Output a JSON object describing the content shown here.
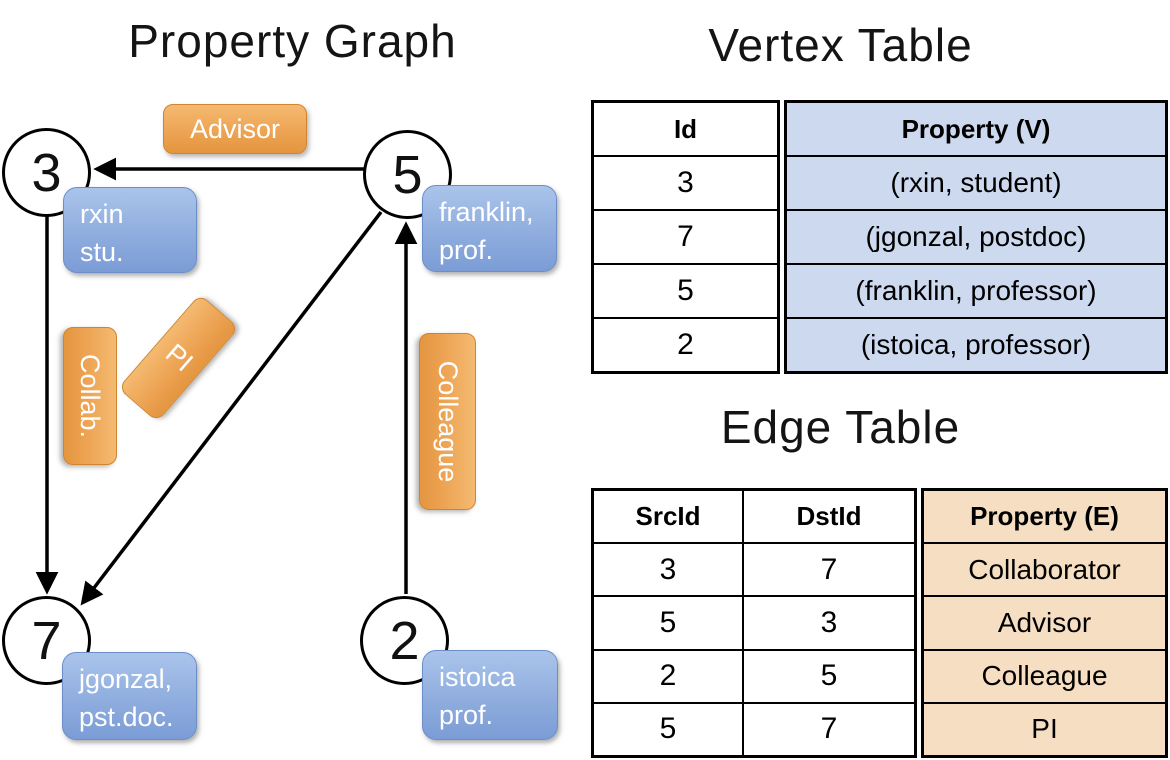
{
  "titles": {
    "graph": "Property Graph",
    "vertex_table": "Vertex Table",
    "edge_table": "Edge Table"
  },
  "graph": {
    "nodes": {
      "n3": {
        "id": "3",
        "prop_line1": "rxin",
        "prop_line2": "stu."
      },
      "n5": {
        "id": "5",
        "prop_line1": "franklin,",
        "prop_line2": "prof."
      },
      "n7": {
        "id": "7",
        "prop_line1": "jgonzal,",
        "prop_line2": "pst.doc."
      },
      "n2": {
        "id": "2",
        "prop_line1": "istoica",
        "prop_line2": "prof."
      }
    },
    "edge_labels": {
      "advisor": "Advisor",
      "collab": "Collab.",
      "pi": "PI",
      "colleague": "Colleague"
    },
    "edges": [
      {
        "from": "5",
        "to": "3",
        "label": "Advisor"
      },
      {
        "from": "3",
        "to": "7",
        "label": "Collab."
      },
      {
        "from": "5",
        "to": "7",
        "label": "PI"
      },
      {
        "from": "2",
        "to": "5",
        "label": "Colleague"
      }
    ]
  },
  "vertex_table": {
    "headers": {
      "id": "Id",
      "property": "Property (V)"
    },
    "rows": [
      {
        "id": "3",
        "property": "(rxin, student)"
      },
      {
        "id": "7",
        "property": "(jgonzal, postdoc)"
      },
      {
        "id": "5",
        "property": "(franklin, professor)"
      },
      {
        "id": "2",
        "property": "(istoica, professor)"
      }
    ]
  },
  "edge_table": {
    "headers": {
      "src": "SrcId",
      "dst": "DstId",
      "property": "Property (E)"
    },
    "rows": [
      {
        "src": "3",
        "dst": "7",
        "property": "Collaborator"
      },
      {
        "src": "5",
        "dst": "3",
        "property": "Advisor"
      },
      {
        "src": "2",
        "dst": "5",
        "property": "Colleague"
      },
      {
        "src": "5",
        "dst": "7",
        "property": "PI"
      }
    ]
  },
  "colors": {
    "edge_label_orange_light": "#f4ba71",
    "edge_label_orange_dark": "#e4953f",
    "vertex_box_blue_light": "#aac4eb",
    "vertex_box_blue_dark": "#7b9cd6",
    "vertex_cell_bg": "#cdd9ee",
    "edge_cell_bg": "#f6dec2",
    "line_color": "#000000",
    "text_on_boxes": "#ffffff"
  }
}
